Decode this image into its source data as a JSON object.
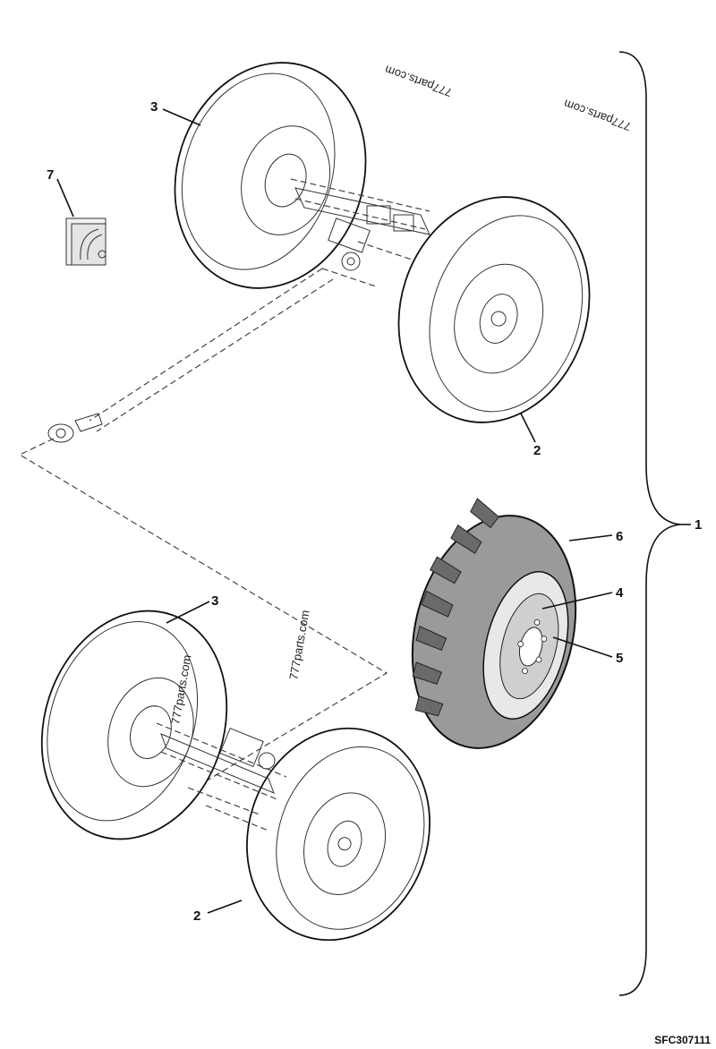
{
  "callouts": {
    "c1": "1",
    "c2_top": "2",
    "c2_bottom": "2",
    "c3_top": "3",
    "c3_bottom": "3",
    "c4": "4",
    "c5": "5",
    "c6": "6",
    "c7": "7"
  },
  "watermarks": {
    "top_left": "777parts.com",
    "top_right": "777parts.com",
    "middle": "777parts.com",
    "lower_left": "777parts.com"
  },
  "figure_ref": "SFC307111"
}
